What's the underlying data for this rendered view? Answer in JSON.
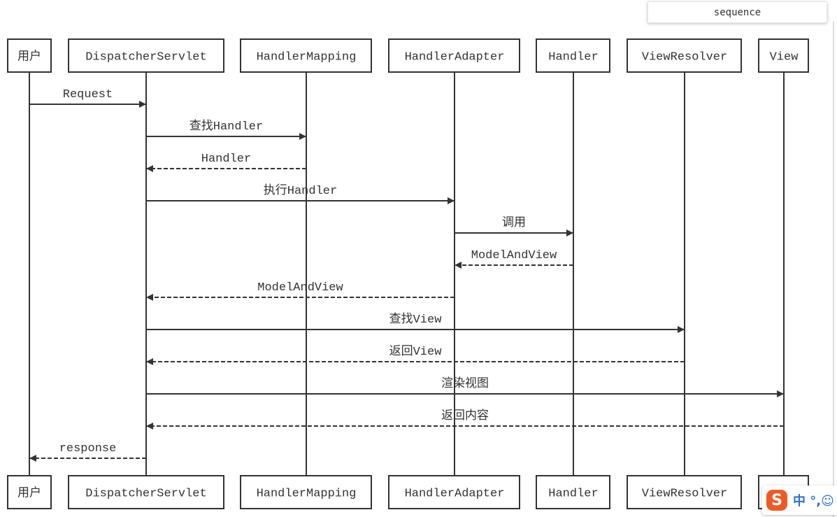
{
  "diagram": {
    "label": "sequence",
    "participants": [
      "用户",
      "DispatcherServlet",
      "HandlerMapping",
      "HandlerAdapter",
      "Handler",
      "ViewResolver",
      "View"
    ],
    "messages": [
      {
        "from": 0,
        "to": 1,
        "text": "Request",
        "style": "solid"
      },
      {
        "from": 1,
        "to": 2,
        "text": "查找Handler",
        "style": "solid"
      },
      {
        "from": 2,
        "to": 1,
        "text": "Handler",
        "style": "dashed"
      },
      {
        "from": 1,
        "to": 3,
        "text": "执行Handler",
        "style": "solid"
      },
      {
        "from": 3,
        "to": 4,
        "text": "调用",
        "style": "solid"
      },
      {
        "from": 4,
        "to": 3,
        "text": "ModelAndView",
        "style": "dashed"
      },
      {
        "from": 3,
        "to": 1,
        "text": "ModelAndView",
        "style": "dashed"
      },
      {
        "from": 1,
        "to": 5,
        "text": "查找View",
        "style": "solid"
      },
      {
        "from": 5,
        "to": 1,
        "text": "返回View",
        "style": "dashed"
      },
      {
        "from": 1,
        "to": 6,
        "text": "渲染视图",
        "style": "solid"
      },
      {
        "from": 6,
        "to": 1,
        "text": "返回内容",
        "style": "dashed"
      },
      {
        "from": 1,
        "to": 0,
        "text": "response",
        "style": "dashed"
      }
    ]
  },
  "ime": {
    "logo": "S",
    "text": "中 °,☺"
  },
  "colors": {
    "line": "#333333",
    "ime_logo": "#ef5a24",
    "ime_text": "#2a6fd6"
  }
}
